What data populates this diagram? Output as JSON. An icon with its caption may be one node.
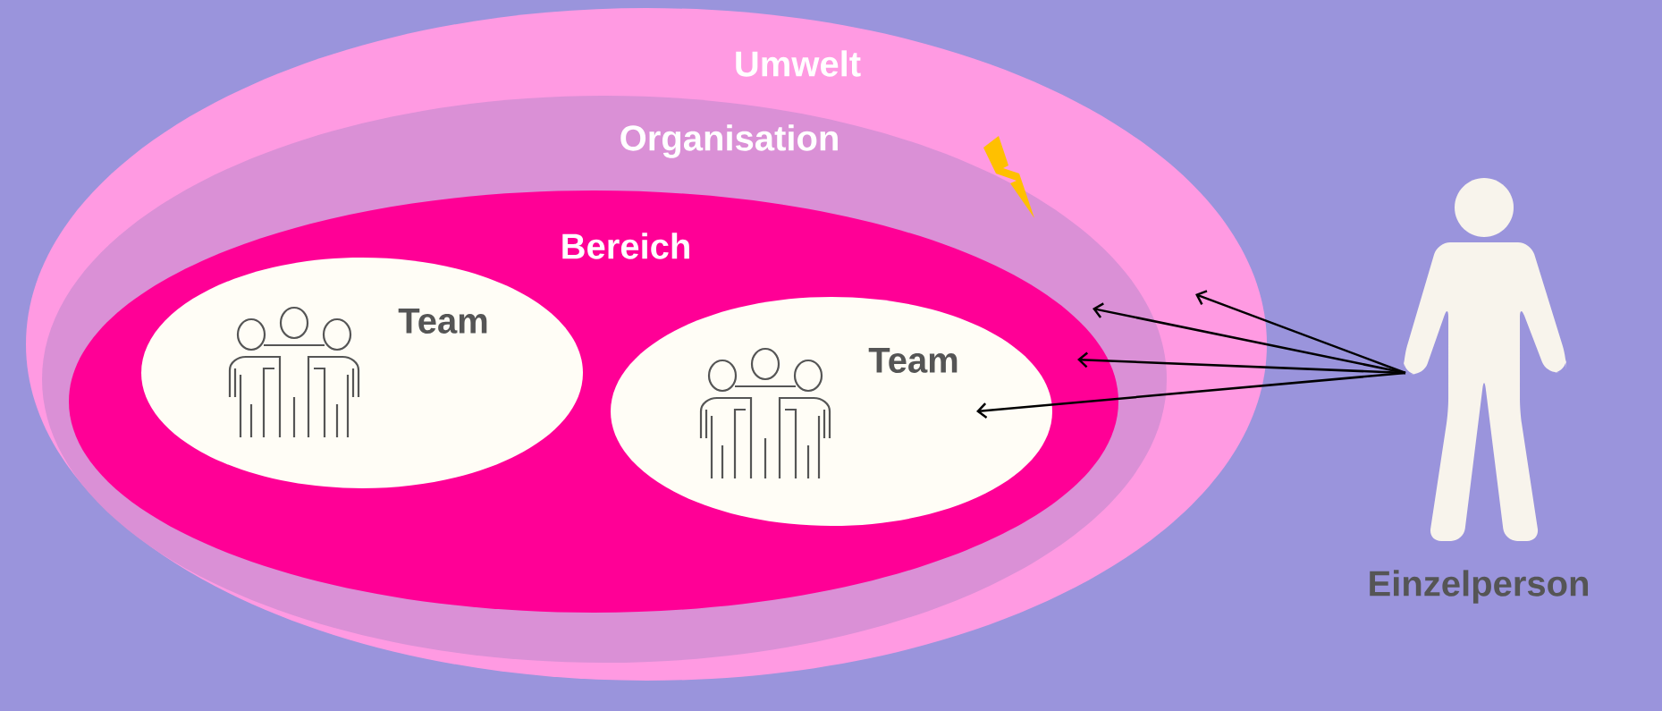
{
  "diagram": {
    "nodes": [
      {
        "text": [
          "Umwelt"
        ]
      },
      {
        "text": [
          "Organisation"
        ],
        "in": 0
      },
      {
        "text": [
          "Bereich"
        ],
        "in": 1
      },
      {
        "text": [
          "Team"
        ],
        "in": 2
      },
      {
        "text": [
          "Team"
        ],
        "in": 2
      },
      {
        "text": [
          "Einzelperson"
        ]
      }
    ],
    "edges": [
      {
        "from": 5,
        "to": 0,
        "arrow": "to"
      },
      {
        "from": 5,
        "to": 1,
        "arrow": "to"
      },
      {
        "from": 5,
        "to": 2,
        "arrow": "to"
      },
      {
        "from": 5,
        "to": 4,
        "arrow": "to"
      }
    ]
  }
}
